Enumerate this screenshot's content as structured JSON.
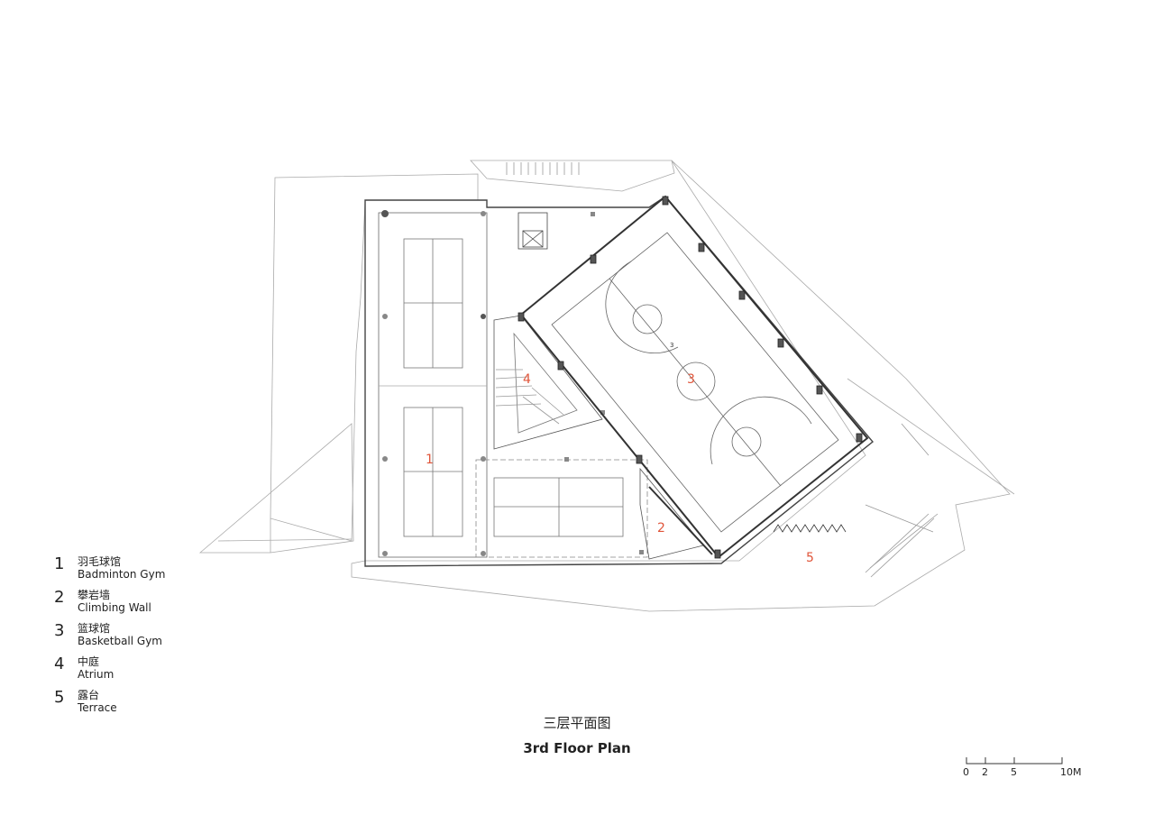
{
  "title": {
    "chinese": "三层平面图",
    "english": "3rd Floor Plan"
  },
  "legend": [
    {
      "number": "1",
      "chinese": "羽毛球馆",
      "english": "Badminton Gym"
    },
    {
      "number": "2",
      "chinese": "攀岩墙",
      "english": "Climbing Wall"
    },
    {
      "number": "3",
      "chinese": "篮球馆",
      "english": "Basketball Gym"
    },
    {
      "number": "4",
      "chinese": "中庭",
      "english": "Atrium"
    },
    {
      "number": "5",
      "chinese": "露台",
      "english": "Terrace"
    }
  ],
  "plan_labels": {
    "badminton": "1",
    "climbing": "2",
    "basketball": "3",
    "atrium": "4",
    "terrace": "5",
    "small_mark": "3"
  },
  "scale_bar": {
    "ticks": [
      "0",
      "2",
      "5",
      "10M"
    ]
  },
  "colors": {
    "room_label": "#e0553a",
    "line": "#555555"
  }
}
